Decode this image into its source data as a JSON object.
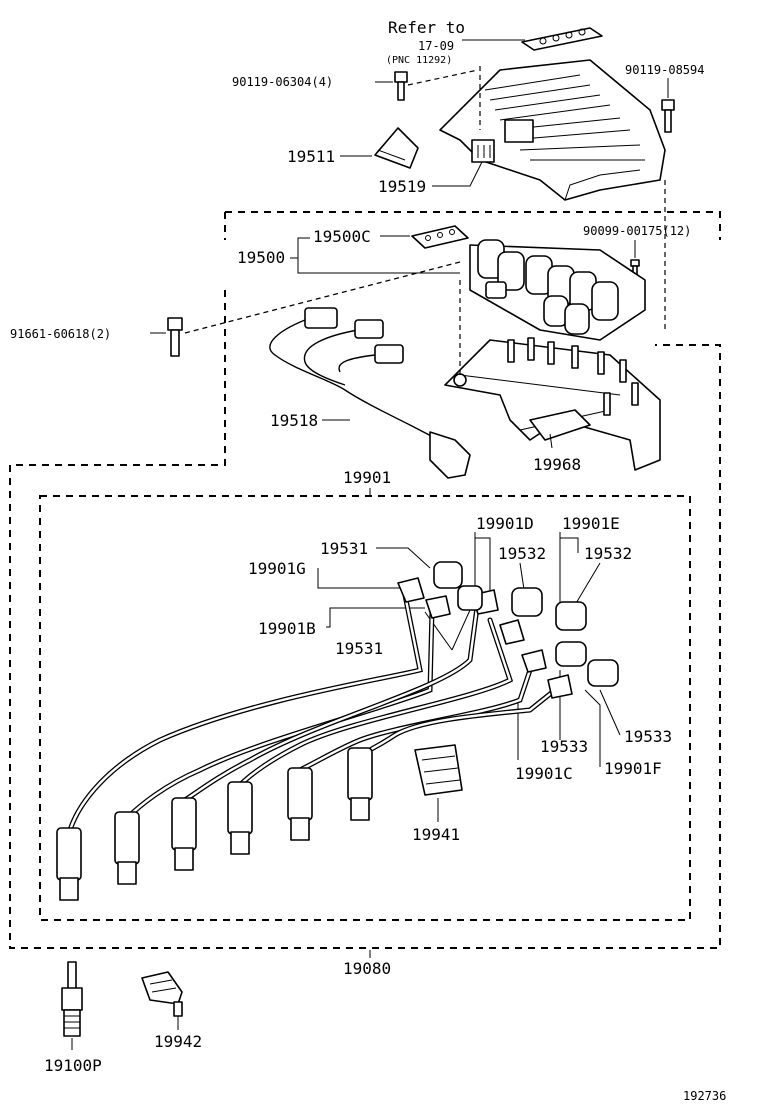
{
  "labels": {
    "refer_to": "Refer to",
    "refer_section": "17-09",
    "refer_pnc": "(PNC 11292)",
    "bolt_90119_06304": "90119-06304(4)",
    "bolt_90119_08594": "90119-08594",
    "p19511": "19511",
    "p19519": "19519",
    "p19500": "19500",
    "p19500c": "19500C",
    "screw_90099_00175": "90099-00175(12)",
    "bolt_91661_60618": "91661-60618(2)",
    "p19518": "19518",
    "p19968": "19968",
    "p19901": "19901",
    "p19901d": "19901D",
    "p19901e": "19901E",
    "p19531_top": "19531",
    "p19532_left": "19532",
    "p19532_right": "19532",
    "p19901g": "19901G",
    "p19901b": "19901B",
    "p19531_mid": "19531",
    "p19533_left": "19533",
    "p19533_right": "19533",
    "p19901c": "19901C",
    "p19901f": "19901F",
    "p19941": "19941",
    "p19080": "19080",
    "p19100p": "19100P",
    "p19942": "19942",
    "figure_number": "192736"
  }
}
